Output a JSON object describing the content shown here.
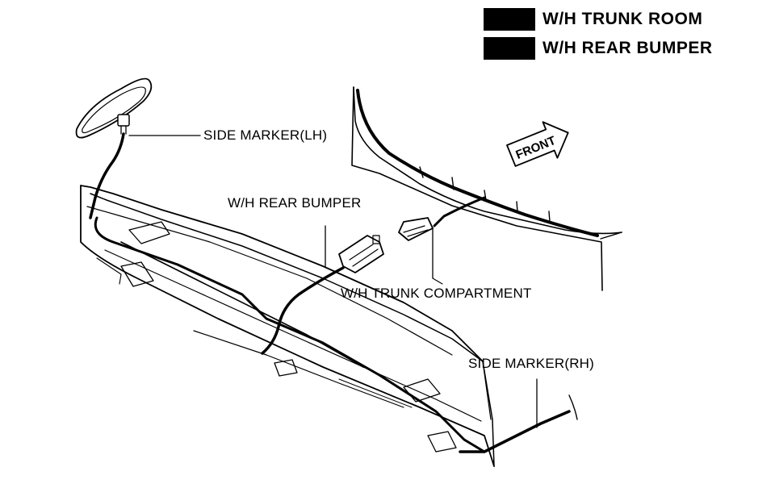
{
  "legend": {
    "items": [
      {
        "label": "W/H TRUNK ROOM",
        "color": "#000000"
      },
      {
        "label": "W/H REAR BUMPER",
        "color": "#000000"
      }
    ]
  },
  "callouts": {
    "side_marker_lh": "SIDE MARKER(LH)",
    "wh_rear_bumper": "W/H REAR BUMPER",
    "wh_trunk_compartment": "W/H TRUNK COMPARTMENT",
    "side_marker_rh": "SIDE MARKER(RH)"
  },
  "direction_sign": {
    "label": "FRONT",
    "icon": "front-arrow-icon"
  }
}
